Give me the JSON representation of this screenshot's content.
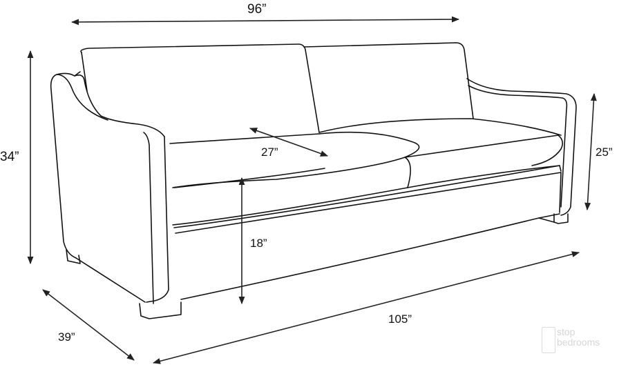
{
  "diagram": {
    "subject": "Sofa dimension line drawing",
    "dimensions": {
      "overall_width": "96”",
      "seat_depth": "27”",
      "overall_height": "34”",
      "arm_height": "25”",
      "seat_height": "18”",
      "overall_depth": "39”",
      "diagonal_length": "105”"
    },
    "colors": {
      "background": "#ffffff",
      "line": "#111111",
      "watermark": "#d6d6d6"
    }
  },
  "watermark": {
    "numeral": "1",
    "line1": "stop",
    "line2": "bedrooms"
  }
}
